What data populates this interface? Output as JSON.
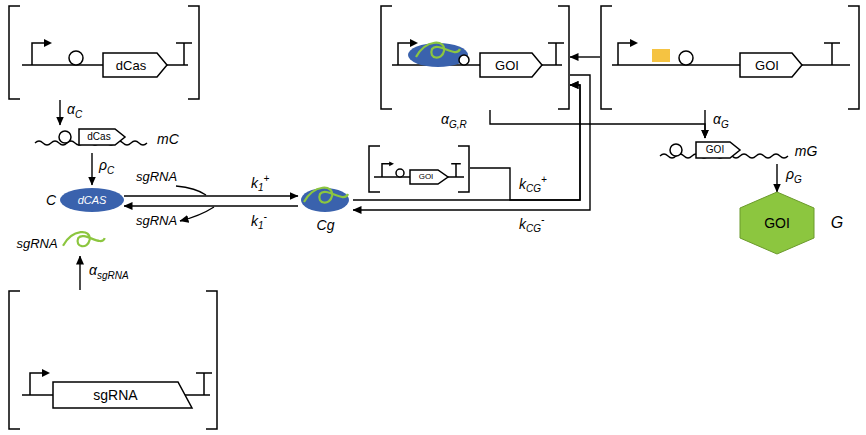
{
  "diagram": {
    "nodes": [
      {
        "text": [
          "dCas"
        ]
      },
      {
        "text": [
          "dCas",
          "mC"
        ]
      },
      {
        "text": [
          "dCAS",
          "C"
        ]
      },
      {
        "text": [
          "sgRNA"
        ]
      },
      {
        "text": [
          "Cg"
        ]
      },
      {
        "text": [
          "GOI"
        ]
      },
      {
        "text": [
          "GOI"
        ]
      },
      {
        "text": [
          "GOI"
        ]
      },
      {
        "text": [
          "GOI",
          "mG"
        ]
      },
      {
        "text": [
          "GOI",
          "G"
        ]
      },
      {
        "text": [
          "sgRNA"
        ]
      }
    ],
    "edges": [
      {
        "from": 0,
        "to": 1,
        "arrow": "to",
        "label": "αC"
      },
      {
        "from": 1,
        "to": 2,
        "arrow": "to",
        "label": "ρC"
      },
      {
        "from": 2,
        "to": 4,
        "arrow": "to",
        "label": "k1+"
      },
      {
        "from": 4,
        "to": 2,
        "arrow": "to",
        "label": "k1-"
      },
      {
        "from": 4,
        "to": 6,
        "arrow": "to",
        "label": "kCG+"
      },
      {
        "from": 5,
        "to": 6,
        "arrow": "to"
      },
      {
        "from": 6,
        "to": 4,
        "arrow": "to",
        "label": "kCG-"
      },
      {
        "from": 7,
        "to": 6,
        "arrow": "to"
      },
      {
        "from": 7,
        "to": 8,
        "arrow": "to",
        "label": "αG"
      },
      {
        "from": 6,
        "to": 8,
        "arrow": "to",
        "label": "αG,R"
      },
      {
        "from": 8,
        "to": 9,
        "arrow": "to",
        "label": "ρG"
      },
      {
        "from": 10,
        "to": 3,
        "arrow": "to",
        "label": "αsgRNA"
      }
    ],
    "labels": [
      "sgRNA",
      "sgRNA"
    ]
  }
}
